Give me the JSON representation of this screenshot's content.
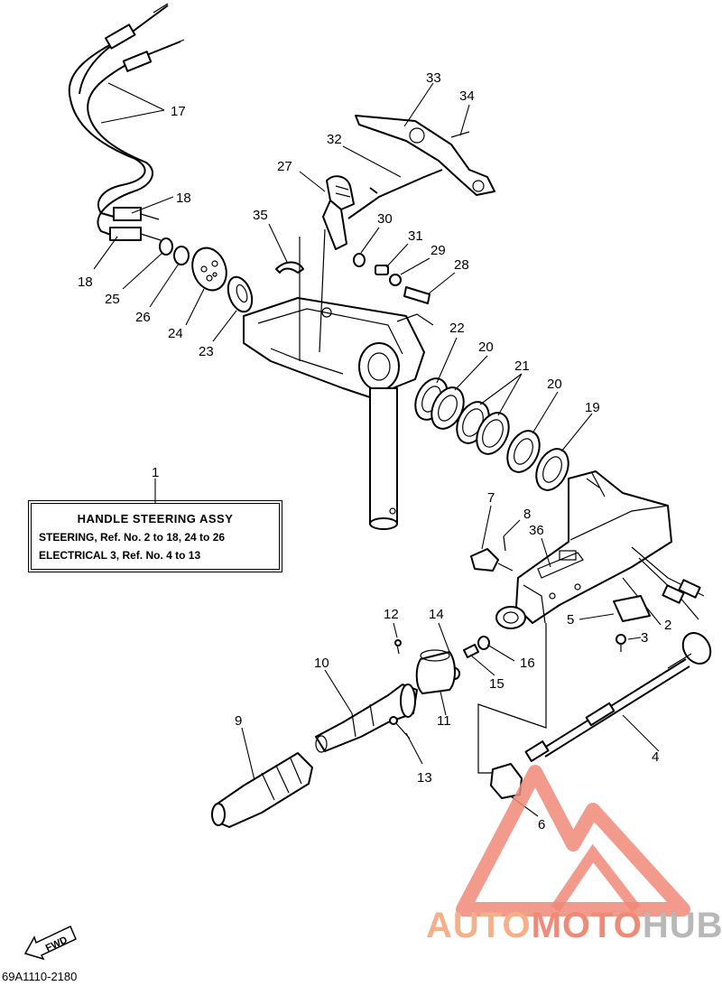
{
  "assembly_box": {
    "title": "HANDLE STEERING ASSY",
    "row_1": "STEERING, Ref. No. 2 to 18, 24 to 26",
    "row_2": "ELECTRICAL 3, Ref. No. 4 to 13"
  },
  "callouts": {
    "c1": "1",
    "c2": "2",
    "c3": "3",
    "c4": "4",
    "c5": "5",
    "c6": "6",
    "c7": "7",
    "c8": "8",
    "c9": "9",
    "c10": "10",
    "c11": "11",
    "c12": "12",
    "c13": "13",
    "c14": "14",
    "c15": "15",
    "c16": "16",
    "c17": "17",
    "c18a": "18",
    "c18b": "18",
    "c19": "19",
    "c20a": "20",
    "c20b": "20",
    "c21": "21",
    "c22": "22",
    "c23": "23",
    "c24": "24",
    "c25": "25",
    "c26": "26",
    "c27": "27",
    "c28": "28",
    "c29": "29",
    "c30": "30",
    "c31": "31",
    "c32": "32",
    "c33": "33",
    "c34": "34",
    "c35": "35",
    "c36": "36"
  },
  "fwd_label": "FWD",
  "reference_code": "69A1110-2180",
  "watermark": {
    "part_1": "AUTO",
    "part_2": "MOTO",
    "part_3": "HUB"
  },
  "colors": {
    "line": "#000000",
    "watermark_orange": "#f5b08a",
    "watermark_red": "#f08a78",
    "watermark_grey": "#b8b8b8"
  }
}
